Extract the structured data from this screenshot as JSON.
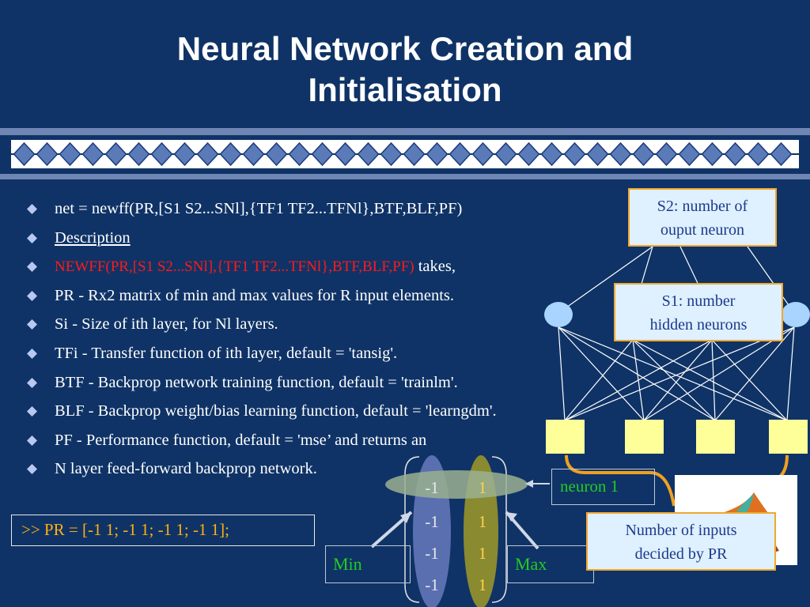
{
  "slide": {
    "title_line1": "Neural Network Creation and",
    "title_line2": "Initialisation"
  },
  "bullets": [
    {
      "text": "net = newff(PR,[S1 S2...SNl],{TF1 TF2...TFNl},BTF,BLF,PF)"
    },
    {
      "text": "Description"
    },
    {
      "red": "NEWFF(PR,[S1 S2...SNl],{TF1 TF2...TFNl},BTF,BLF,PF)",
      "text": " takes,"
    },
    {
      "text": "PR  - Rx2 matrix of min and max values for R input elements."
    },
    {
      "text": "Si  - Size of ith layer, for Nl layers."
    },
    {
      "text": "TFi - Transfer function of ith layer, default = 'tansig'."
    },
    {
      "text": "BTF - Backprop network training function, default = 'trainlm'."
    },
    {
      "text": "BLF - Backprop weight/bias learning function, default = 'learngdm'."
    },
    {
      "text": "PF  - Performance function, default = 'mse’ and returns an"
    },
    {
      "text": "N layer feed-forward backprop network."
    }
  ],
  "code": ">> PR = [-1 1; -1 1; -1 1; -1 1];",
  "callouts": {
    "s2": [
      "S2: number of",
      "ouput neuron"
    ],
    "s1": [
      "S1: number",
      "hidden neurons"
    ],
    "inputs": [
      "Number of inputs",
      "decided by PR"
    ]
  },
  "labels": {
    "neuron": "neuron 1",
    "min": "Min",
    "max": "Max"
  },
  "pr_matrix": {
    "min_values": [
      "-1",
      "-1",
      "-1",
      "-1"
    ],
    "max_values": [
      "1",
      "1",
      "1",
      "1"
    ]
  },
  "colors": {
    "background": "#0f3366",
    "title": "#ffffff",
    "highlight_red": "#ff1a1a",
    "code_text": "#ffb010",
    "callout_fill": "#dff0ff",
    "callout_border": "#f0a830",
    "input_node": "#ffff99",
    "hidden_node": "#a8d4ff",
    "min_column": "#5a6fb0",
    "max_column": "#8a8a30",
    "label_green": "#22cc22"
  }
}
